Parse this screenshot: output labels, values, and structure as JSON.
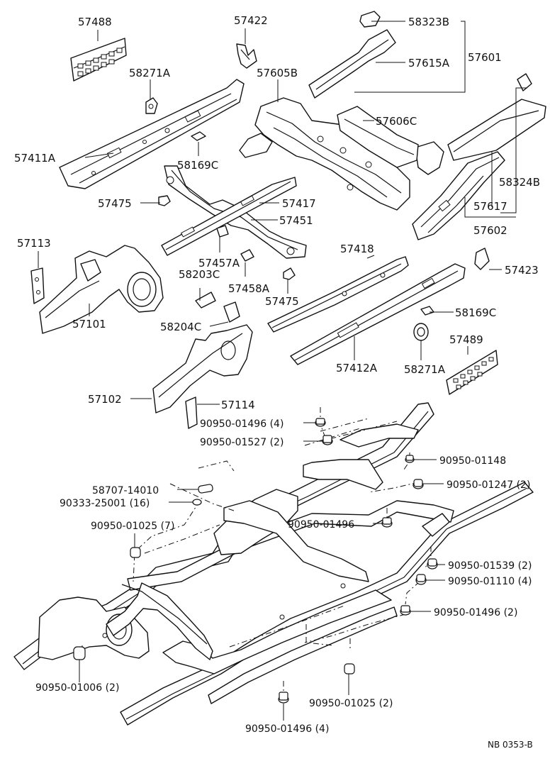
{
  "labels": {
    "p57488": "57488",
    "p57422": "57422",
    "p58323b": "58323B",
    "p57601": "57601",
    "p57615a": "57615A",
    "p58271a_top": "58271A",
    "p57605b": "57605B",
    "p57411a": "57411A",
    "p57606c": "57606C",
    "p58169c_top": "58169C",
    "p58324b": "58324B",
    "p57475_top": "57475",
    "p57417": "57417",
    "p57451": "57451",
    "p57617": "57617",
    "p57602": "57602",
    "p57113": "57113",
    "p57457a": "57457A",
    "p58203c": "58203C",
    "p57458a": "57458A",
    "p57418": "57418",
    "p57423": "57423",
    "p57475_mid": "57475",
    "p57101": "57101",
    "p58169c_mid": "58169C",
    "p58204c": "58204C",
    "p57489": "57489",
    "p57412a": "57412A",
    "p58271a_mid": "58271A",
    "p57102": "57102",
    "p57114": "57114",
    "f1": "90950-01496 (4)",
    "f2": "90950-01527 (2)",
    "f3": "90950-01148",
    "f4": "58707-14010",
    "f5": "90950-01247 (2)",
    "f6": "90333-25001 (16)",
    "f7": "90950-01025 (7)",
    "f8": "90950-01496",
    "f9": "90950-01539 (2)",
    "f10": "90950-01110 (4)",
    "f11": "90950-01496 (2)",
    "f12": "90950-01006 (2)",
    "f13": "90950-01025 (2)",
    "f14": "90950-01496 (4)",
    "drawing_code": "NB 0353-B"
  }
}
